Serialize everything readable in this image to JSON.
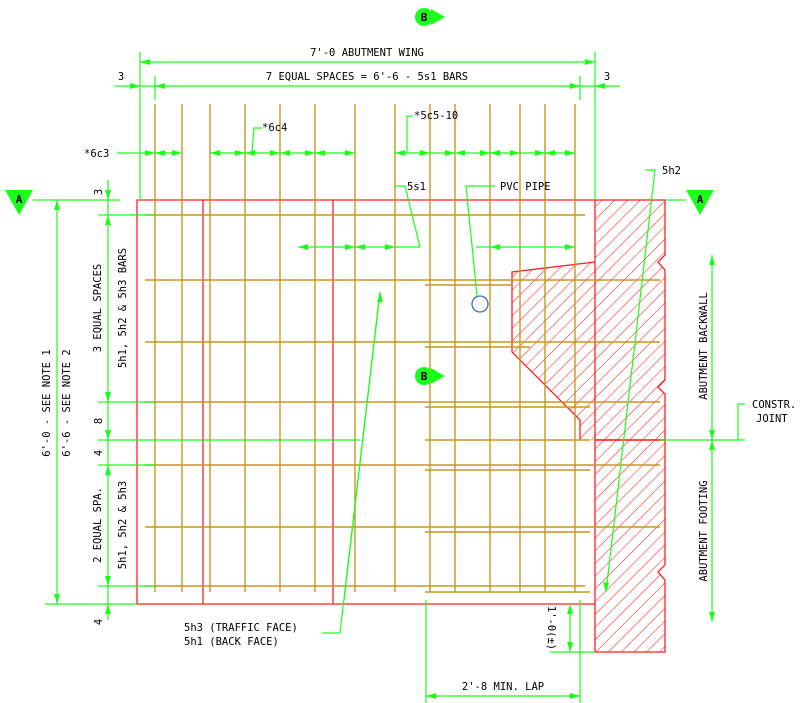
{
  "labels": {
    "section_b": "B",
    "section_a": "A",
    "abutment_wing": "7'-0 ABUTMENT WING",
    "equal_spaces": "7 EQUAL SPACES = 6'-6 - 5s1 BARS",
    "dim_3_left": "3",
    "dim_3_right": "3",
    "bar_6c3": "*6c3",
    "bar_6c4": "*6c4",
    "bar_5c5": "*5c5-10",
    "bar_5h2": "5h2",
    "bar_5s1": "5s1",
    "pvc_pipe": "PVC PIPE",
    "dim_3_top": "3",
    "spaces_3_a": "3 EQUAL SPACES",
    "spaces_3_b": "5h1, 5h2 & 5h3 BARS",
    "dim_8": "8",
    "dim_4_mid": "4",
    "spaces_2_a": "2 EQUAL SPA.",
    "spaces_2_b": "5h1, 5h2 & 5h3",
    "dim_4_bot": "4",
    "height_1": "6'-0 - SEE NOTE 1",
    "height_2": "6'-6 - SEE NOTE 2",
    "abutment_backwall": "ABUTMENT BACKWALL",
    "abutment_footing": "ABUTMENT FOOTING",
    "constr_joint_1": "CONSTR.",
    "constr_joint_2": "JOINT",
    "traffic_face": "5h3 (TRAFFIC FACE)",
    "back_face": "5h1 (BACK FACE)",
    "dim_1_0": "1'-0(±)",
    "min_lap": "2'-8 MIN. LAP"
  },
  "colors": {
    "dimension": "#1aff1a",
    "concrete_outline": "#ff1f1f",
    "rebar": "#c8961e",
    "pipe": "#2f6fc8",
    "text": "#000000"
  }
}
